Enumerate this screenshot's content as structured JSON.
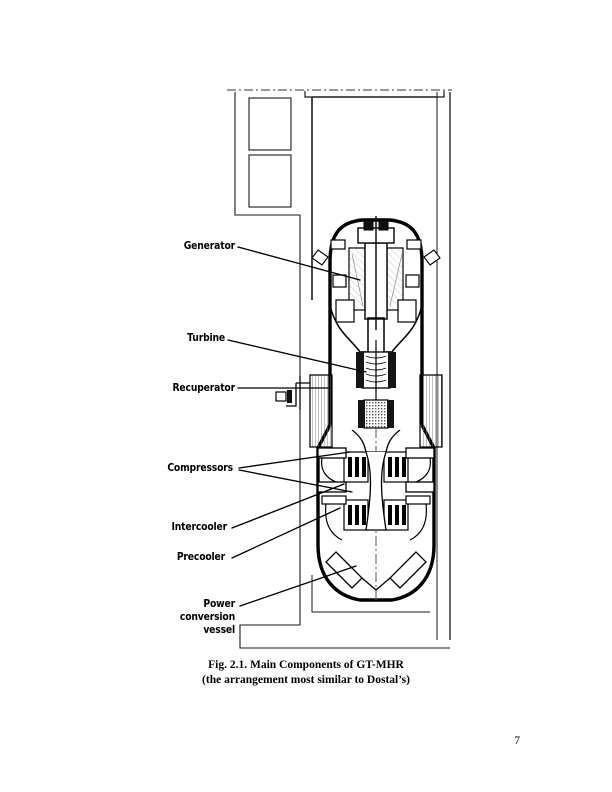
{
  "document": {
    "page_number": "7",
    "caption_line_1": "Fig.  2.1. Main Components of GT-MHR",
    "caption_line_2": "(the arrangement most similar to Dostal’s)"
  },
  "figure": {
    "title": "Main Components of GT-MHR",
    "type": "engineering-cross-section",
    "callouts": [
      {
        "id": "generator",
        "label": "Generator"
      },
      {
        "id": "turbine",
        "label": "Turbine"
      },
      {
        "id": "recuperator",
        "label": "Recuperator"
      },
      {
        "id": "compressors",
        "label": "Compressors"
      },
      {
        "id": "intercooler",
        "label": "Intercooler"
      },
      {
        "id": "precooler",
        "label": "Precooler"
      },
      {
        "id": "power-conversion-vessel",
        "label_line_1": "Power",
        "label_line_2": "conversion",
        "label_line_3": "vessel"
      }
    ],
    "colors": {
      "ink": "#000000",
      "paper": "#ffffff",
      "hatch": "#8a8a8a",
      "shade_light": "#d8d8d8",
      "shade_mid": "#9a9a9a",
      "shade_dark": "#2a2a2a"
    }
  }
}
